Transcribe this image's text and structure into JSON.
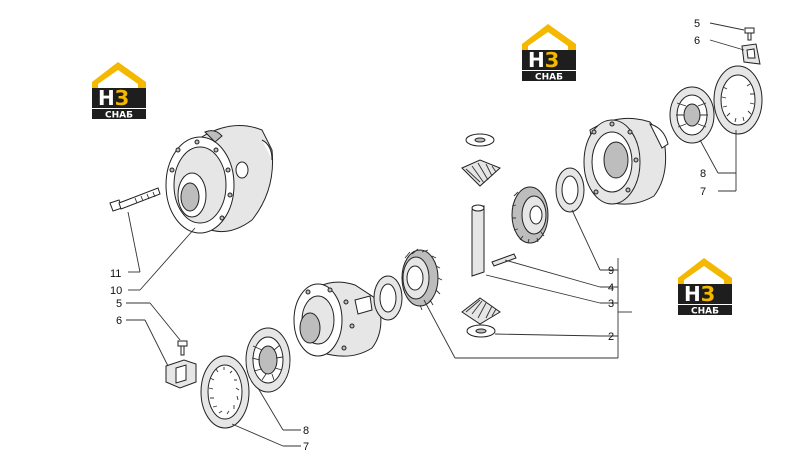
{
  "logo": {
    "letters": "НЗ",
    "caption": "СНАБ",
    "colors": {
      "roof": "#f5b800",
      "plate": "#1e1e1e",
      "letter_n": "#ffffff",
      "letter_z": "#f5b800"
    }
  },
  "callouts": {
    "c11": "11",
    "c10": "10",
    "c5_left": "5",
    "c6_left": "6",
    "c8_bottom": "8",
    "c7_bottom": "7",
    "c9": "9",
    "c4": "4",
    "c3": "3",
    "c2": "2",
    "c5_top": "5",
    "c6_top": "6",
    "c8_right": "8",
    "c7_right": "7"
  }
}
